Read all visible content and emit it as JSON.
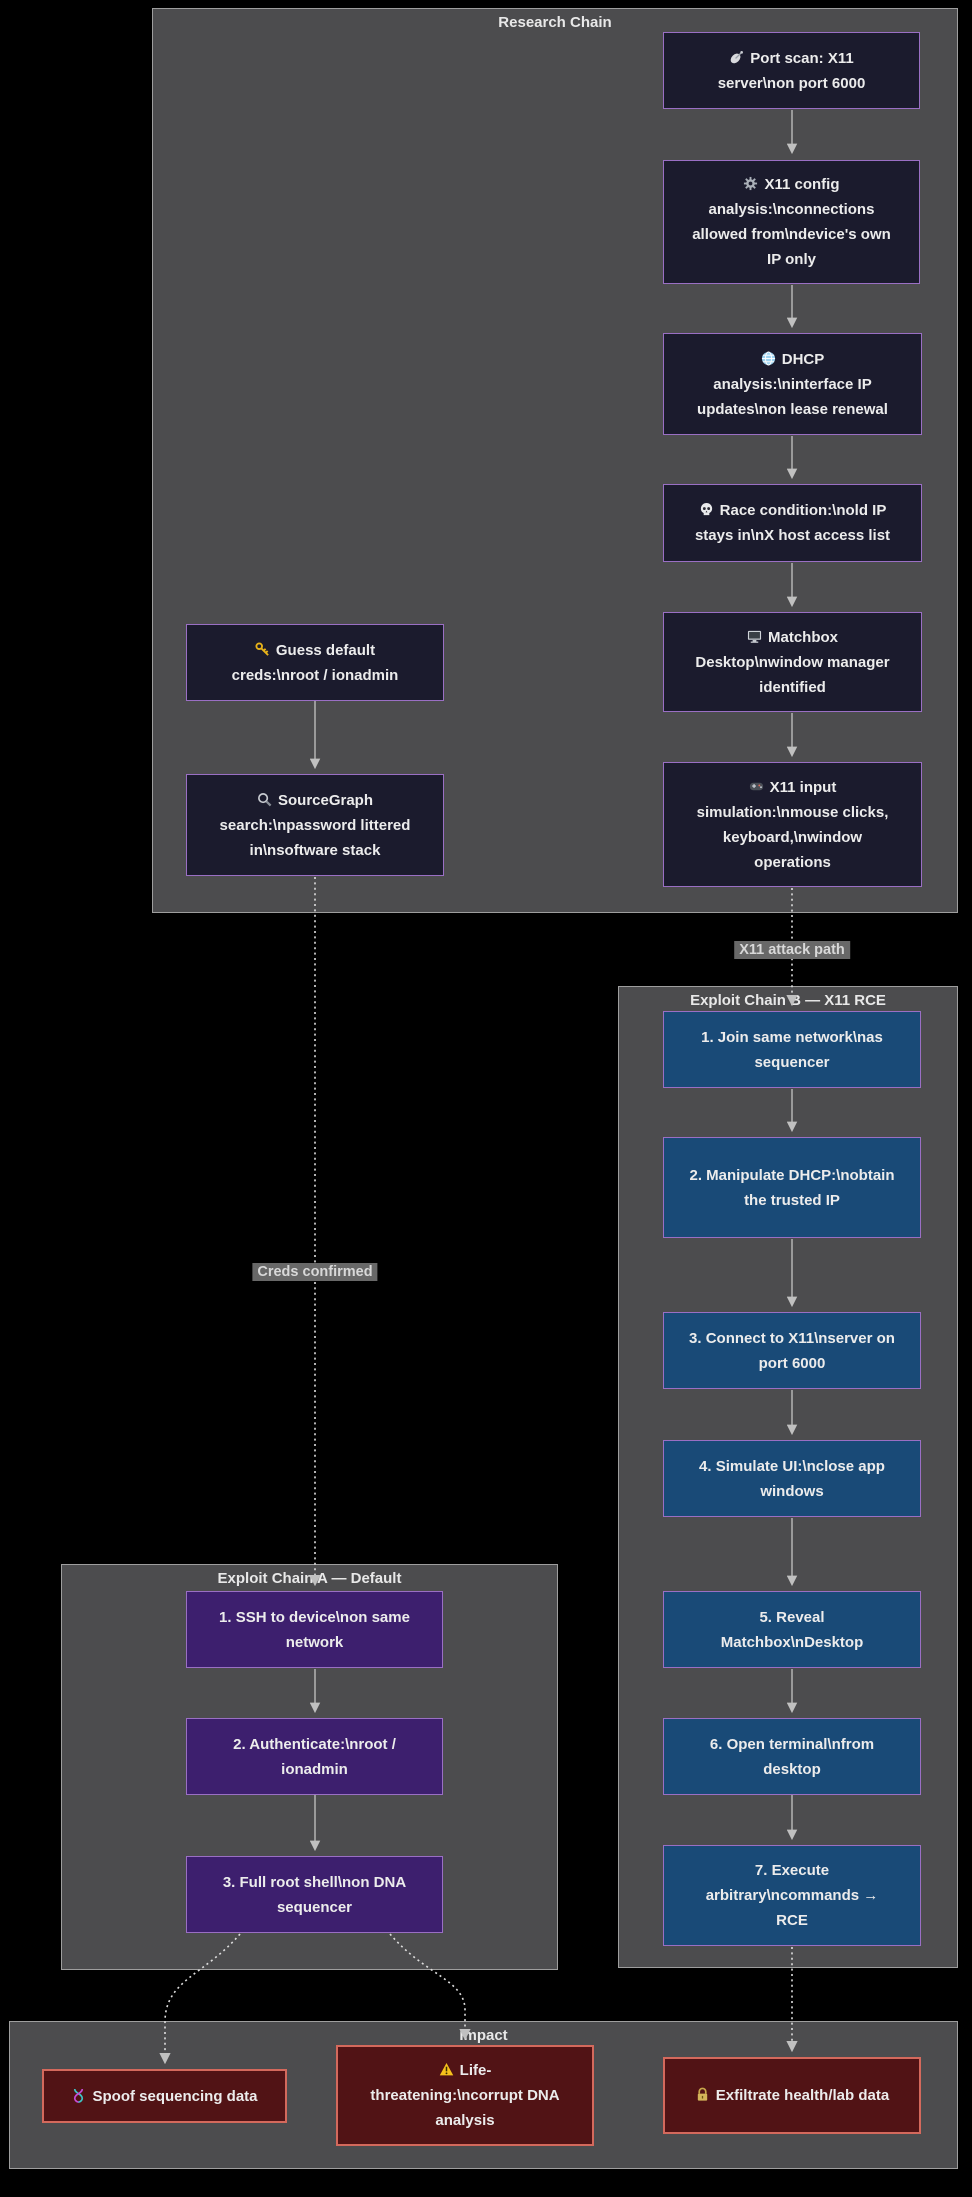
{
  "diagram": {
    "clusters": {
      "research": {
        "title": "Research Chain"
      },
      "exploit_b": {
        "title": "Exploit Chain B — X11 RCE"
      },
      "exploit_a": {
        "title": "Exploit Chain A — Default"
      },
      "impact": {
        "title": "Impact"
      }
    },
    "edge_labels": {
      "x11_attack_path": "X11 attack path",
      "creds_confirmed": "Creds confirmed"
    },
    "nodes": {
      "port_scan": {
        "icon": "satellite-dish-icon",
        "label": "Port scan: X11 server\\non port 6000"
      },
      "x11_config": {
        "icon": "gear-icon",
        "label": "X11 config analysis:\\nconnections allowed from\\ndevice's own IP only"
      },
      "dhcp_analysis": {
        "icon": "globe-icon",
        "label": "DHCP analysis:\\ninterface IP updates\\non lease renewal"
      },
      "race_condition": {
        "icon": "skull-icon",
        "label": "Race condition:\\nold IP stays in\\nX host access list"
      },
      "matchbox": {
        "icon": "monitor-icon",
        "label": "Matchbox Desktop\\nwindow manager identified"
      },
      "x11_input": {
        "icon": "gamepad-icon",
        "label": "X11 input simulation:\\nmouse clicks, keyboard,\\nwindow operations"
      },
      "guess_creds": {
        "icon": "key-icon",
        "label": "Guess default creds:\\nroot / ionadmin"
      },
      "sourcegraph": {
        "icon": "magnifier-icon",
        "label": "SourceGraph search:\\npassword littered in\\nsoftware stack"
      },
      "b1": {
        "label": "1. Join same network\\nas sequencer"
      },
      "b2": {
        "label": "2. Manipulate DHCP:\\nobtain the trusted IP"
      },
      "b3": {
        "label": "3. Connect to X11\\nserver on port 6000"
      },
      "b4": {
        "label": "4. Simulate UI:\\nclose app windows"
      },
      "b5": {
        "label": "5. Reveal Matchbox\\nDesktop"
      },
      "b6": {
        "label": "6. Open terminal\\nfrom desktop"
      },
      "b7": {
        "label": "7. Execute arbitrary\\ncommands → RCE"
      },
      "a1": {
        "label": "1. SSH to device\\non same network"
      },
      "a2": {
        "label": "2. Authenticate:\\nroot / ionadmin"
      },
      "a3": {
        "label": "3. Full root shell\\non DNA sequencer"
      },
      "impact_spoof": {
        "icon": "dna-icon",
        "label": "Spoof sequencing data"
      },
      "impact_life": {
        "icon": "warning-icon",
        "label": "Life-threatening:\\ncorrupt DNA analysis"
      },
      "impact_exfil": {
        "icon": "lock-icon",
        "label": "Exfiltrate health/lab data"
      }
    },
    "colors": {
      "background": "#000000",
      "cluster_fill": "#4c4c4e",
      "cluster_border": "#9e9e9e",
      "research_node_fill": "#1b1b2d",
      "node_border_purple": "#9a6fc4",
      "chain_b_node_fill": "#194a77",
      "chain_a_node_fill": "#3d1f6e",
      "impact_node_fill": "#511315",
      "impact_node_border": "#d4695c",
      "edge_solid": "#b4b4b4",
      "edge_dotted": "#dedede",
      "edge_label_bg": "#686868",
      "text": "#ececec"
    }
  }
}
